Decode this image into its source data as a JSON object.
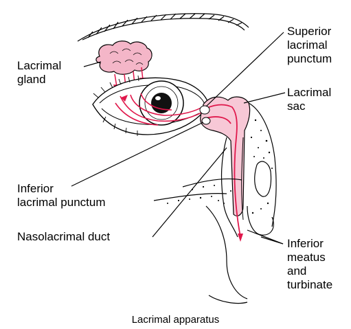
{
  "labels": {
    "lacrimal_gland": "Lacrimal\ngland",
    "superior_punctum": "Superior\nlacrimal\npunctum",
    "lacrimal_sac": "Lacrimal\nsac",
    "inferior_punctum": "Inferior\nlacrimal punctum",
    "nasolacrimal_duct": "Nasolacrimal duct",
    "inferior_meatus": "Inferior\nmeatus\nand\nturbinate"
  },
  "caption": "Lacrimal apparatus",
  "colors": {
    "tear_flow": "#e0174b",
    "gland_fill": "#f4b6c8",
    "sac_fill": "#f7c8d6",
    "line": "#000000"
  }
}
